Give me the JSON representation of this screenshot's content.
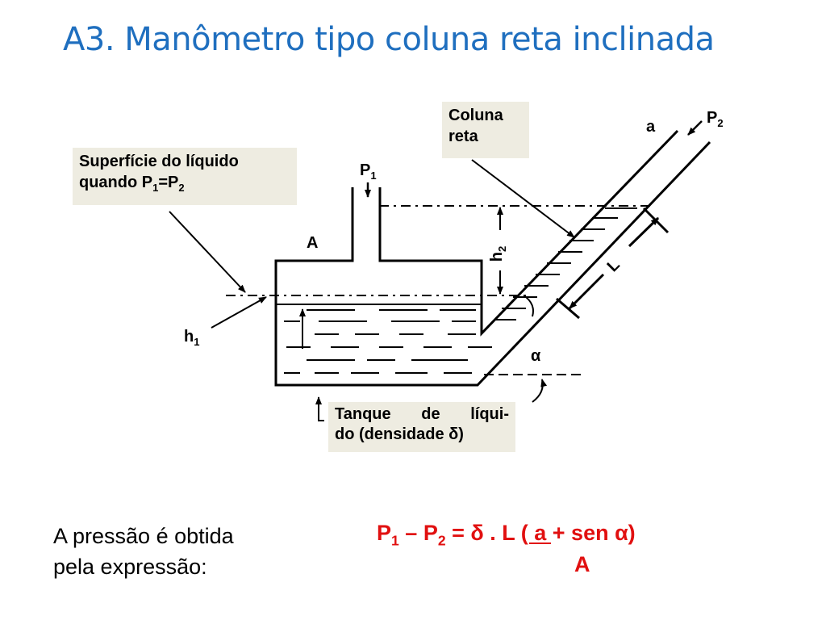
{
  "title": "A3. Manômetro tipo coluna reta inclinada",
  "boxes": {
    "surface": {
      "line1": "Superfície do líquido",
      "line2_prefix": "quando P",
      "line2_sub1": "1",
      "line2_mid": "=P",
      "line2_sub2": "2"
    },
    "column": {
      "line1": "Coluna",
      "line2": "reta"
    },
    "tank": {
      "line1": "Tanque de líqui-",
      "line2": "do (densidade δ)"
    }
  },
  "labels": {
    "p1": "P",
    "p1_sub": "1",
    "p2": "P",
    "p2_sub": "2",
    "a_small": "a",
    "A_big": "A",
    "h1": "h",
    "h1_sub": "1",
    "h2": "h",
    "h2_sub": "2",
    "L": "L",
    "alpha": "α"
  },
  "bottom_text": {
    "line1": "A pressão é obtida",
    "line2": "pela expressão:"
  },
  "formula": {
    "p1": "P",
    "p1_sub": "1",
    "minus": " – ",
    "p2": "P",
    "p2_sub": "2",
    "middle": " = δ . L ( ",
    "numerator": "a",
    "tail": " + sen α)",
    "denominator": "A"
  },
  "colors": {
    "title": "#1f6fbf",
    "formula": "#e11010",
    "box_bg": "#eeece1"
  }
}
